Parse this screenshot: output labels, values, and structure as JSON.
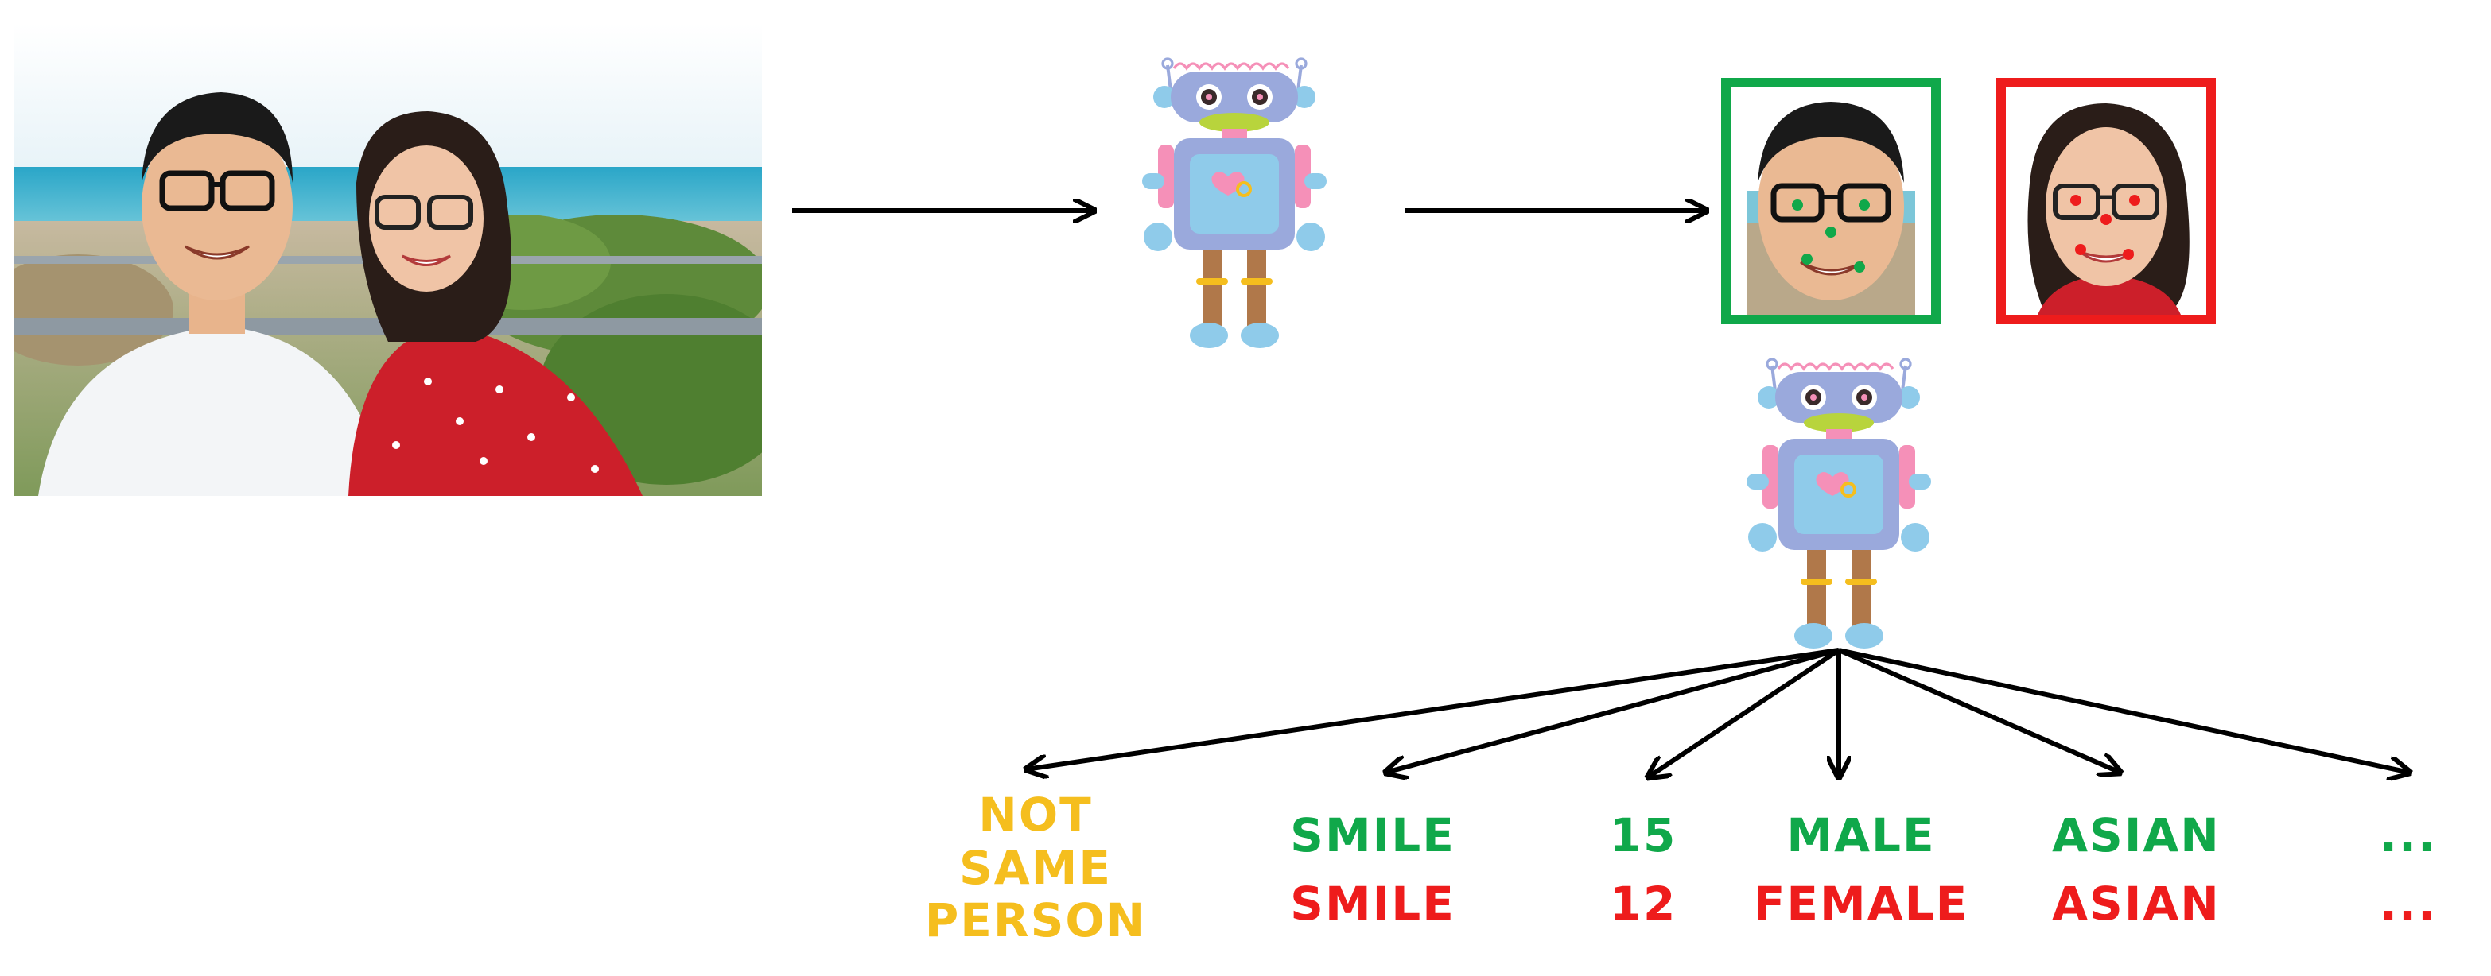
{
  "outputs": {
    "same_person": {
      "label_lines": [
        "NOT",
        "SAME",
        "PERSON"
      ],
      "color": "#F5BE1E"
    },
    "person_1": {
      "color": "#10A84A",
      "attributes": [
        "SMILE",
        "15",
        "MALE",
        "ASIAN",
        "..."
      ]
    },
    "person_2": {
      "color": "#EE1C1C",
      "attributes": [
        "SMILE",
        "12",
        "FEMALE",
        "ASIAN",
        "..."
      ]
    }
  },
  "face_boxes": [
    {
      "name": "face-box-1",
      "border_color": "#10A84A",
      "landmark_color": "#10A84A"
    },
    {
      "name": "face-box-2",
      "border_color": "#EE1C1C",
      "landmark_color": "#EE1C1C"
    }
  ],
  "icons": [
    "photo-of-two-people",
    "robot-icon",
    "arrow-icon"
  ],
  "colors": {
    "arrow": "#000000",
    "robot_body": "#9AA9DC",
    "robot_pink": "#F590B8",
    "robot_blue": "#8FCBEA",
    "robot_legs": "#B0784A",
    "robot_gold": "#F5BE1E",
    "robot_collar": "#B8D43C"
  }
}
